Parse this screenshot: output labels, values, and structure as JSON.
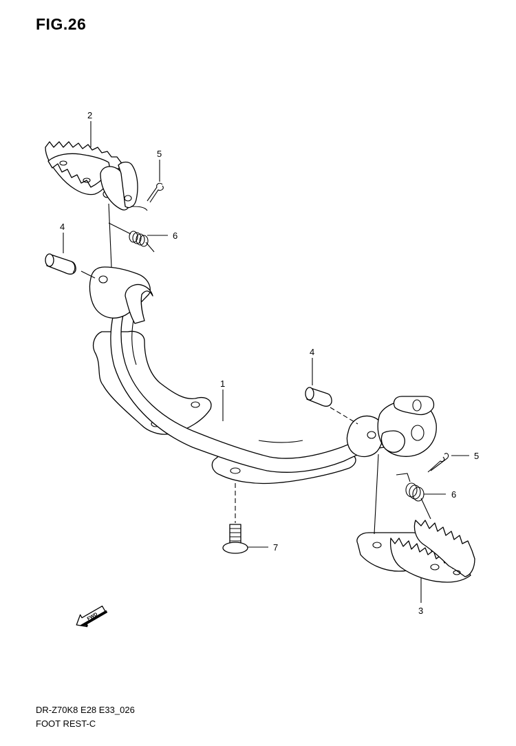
{
  "figure": {
    "title": "FIG.26",
    "code": "DR-Z70K8 E28 E33_026",
    "name": "FOOT REST-C"
  },
  "callouts": {
    "c1": "1",
    "c2": "2",
    "c3": "3",
    "c4a": "4",
    "c4b": "4",
    "c5a": "5",
    "c5b": "5",
    "c6a": "6",
    "c6b": "6",
    "c7": "7"
  },
  "fwd_label": "FWD"
}
